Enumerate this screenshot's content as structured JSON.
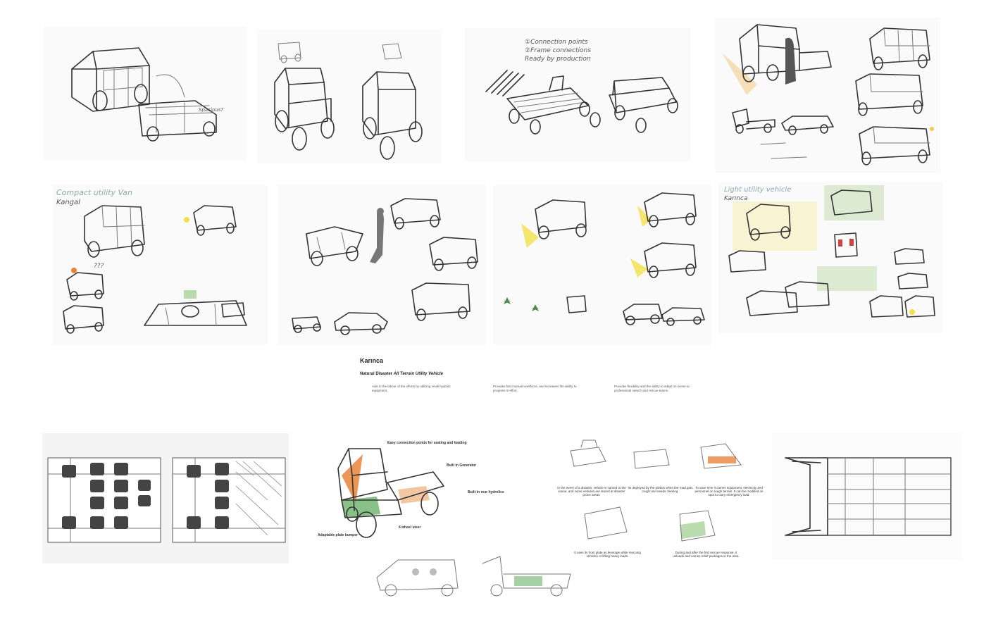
{
  "sketch_notes": {
    "connection_points": "①Connection points",
    "frame_connections": "②Frame connections",
    "ready_by_production": "Ready by production",
    "compact_utility_van": "Compact utility Van",
    "kangal": "Kangal",
    "light_utility_vehicle": "Light utility vehicle",
    "karinca_small": "Karınca",
    "question": "???"
  },
  "title": "Karınca",
  "subtitle_prefix": "Natural Disaster ",
  "subtitle_emph": "All Terrain Utility Vehicle",
  "descriptions": [
    "Aids in the labour of the efforts by utilizing small hydrolic equipment.",
    "Provides fast manual workforce, and increases the ability to progress in effort.",
    "Provides flexibility and the ability to adapt on scene to professional search and rescue teams."
  ],
  "callouts": {
    "connection": "Easy connection points for seating and loading",
    "generator": "Built in Generator",
    "hydrolics": "Built-in rear hydrolics",
    "bumper": "Adaptable plate bumper",
    "steer": "4 wheel steer"
  },
  "storyboard_captions": [
    "In the event of a disaster, vehicle is carried to the scene, and some vehicles are stored at disaster prone areas.",
    "Its deployed by the parties when the road gets rough and needs clearing.",
    "To save time it carries equipment, electricity and personnel on rough terrain. It can be modified on spot to carry emergency load.",
    "It uses its front plate as leverage while rescuing vehicles or lifting heavy loads.",
    "During and after the first rescue response, it unloads and carries relief packages in the area."
  ],
  "colors": {
    "accent_orange": "#e8843a",
    "accent_green": "#6bb36b",
    "accent_yellow": "#f2e04a"
  }
}
